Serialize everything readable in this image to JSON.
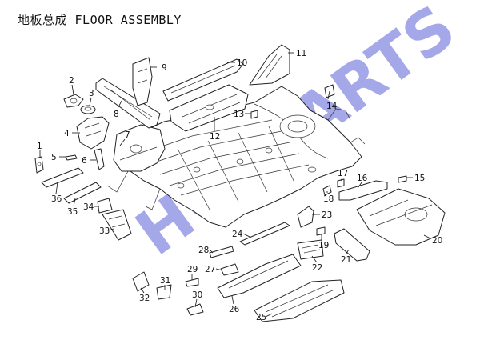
{
  "title": "地板总成 FLOOR ASSEMBLY",
  "watermark": "HORPARTS",
  "callouts": [
    "1",
    "2",
    "3",
    "4",
    "5",
    "6",
    "7",
    "8",
    "9",
    "10",
    "11",
    "12",
    "13",
    "14",
    "15",
    "16",
    "17",
    "18",
    "19",
    "20",
    "21",
    "22",
    "23",
    "24",
    "25",
    "26",
    "27",
    "28",
    "29",
    "30",
    "31",
    "32",
    "33",
    "34",
    "35",
    "36"
  ]
}
